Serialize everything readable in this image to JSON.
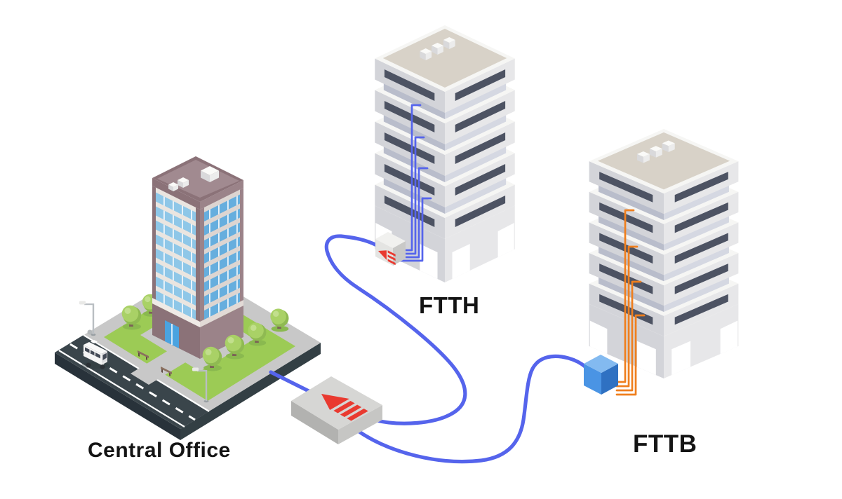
{
  "diagram": {
    "labels": {
      "central_office": "Central Office",
      "ftth": "FTTH",
      "fttb": "FTTB"
    },
    "nodes": [
      {
        "id": "central-office",
        "label": "Central Office",
        "kind": "city block with office tower, street, trees and van"
      },
      {
        "id": "splitter",
        "kind": "fiber splitter box",
        "icon": "splitter-arrow-icon"
      },
      {
        "id": "ftth-building",
        "label": "FTTH",
        "kind": "apartment building with fiber risers to every floor",
        "riser_color": "cable_blue",
        "icon": "left-arrow-icon"
      },
      {
        "id": "fttb-building",
        "label": "FTTB",
        "kind": "apartment building with terminal box at the base",
        "riser_color": "cable_orange"
      }
    ],
    "links": [
      {
        "from": "central-office",
        "to": "splitter",
        "color": "cable_blue"
      },
      {
        "from": "splitter",
        "to": "ftth-building",
        "color": "cable_blue"
      },
      {
        "from": "splitter",
        "to": "fttb-building",
        "color": "cable_blue"
      }
    ]
  },
  "colors": {
    "background": "#ffffff",
    "label_text": "#141414",
    "cable_blue": "#5564ec",
    "cable_orange": "#ef7f1e",
    "arrow_red": "#e93a30",
    "splitter_top": "#d6d6d4",
    "splitter_left": "#b2b2b0",
    "splitter_right": "#c6c6c4",
    "tower_slab_left": "#d3d4d9",
    "tower_slab_right": "#e7e7e9",
    "tower_slab_top": "#f6f6f4",
    "tower_recess_left": "#b9bdcb",
    "tower_recess_right": "#d5d8e2",
    "tower_slat": "#4d5363",
    "tower_roof": "#d8d2c8",
    "wallbox_top": "#f1f1ef",
    "wallbox_front": "#e4e4e2",
    "wallbox_right": "#c9c9c7",
    "fttb_box_top": "#83baf0",
    "fttb_box_front": "#4a94e4",
    "fttb_box_right": "#2f71c2",
    "lawn": "#9ccb55",
    "lawn_shadow": "#8ab94f",
    "sidewalk": "#c8c8c8",
    "road": "#3a454b",
    "platform_side": "#28323a",
    "road_line": "#ffffff",
    "office_wall": "#eae5e0",
    "office_wall_right": "#ddd5d1",
    "office_trim": "#9b8389",
    "office_trim_dark": "#8b7278",
    "office_window": "#8ec7e8",
    "office_window_right": "#66aede",
    "office_roof": "#a18a90",
    "office_door": "#4aa3e0",
    "tree_green": "#a9d166",
    "tree_green_dark": "#8fba52",
    "tree_trunk": "#7b6256",
    "van_body": "#f4f4f4",
    "van_window": "#434a56",
    "wheel": "#2c3136",
    "lamp_pole": "#b9bec2"
  }
}
